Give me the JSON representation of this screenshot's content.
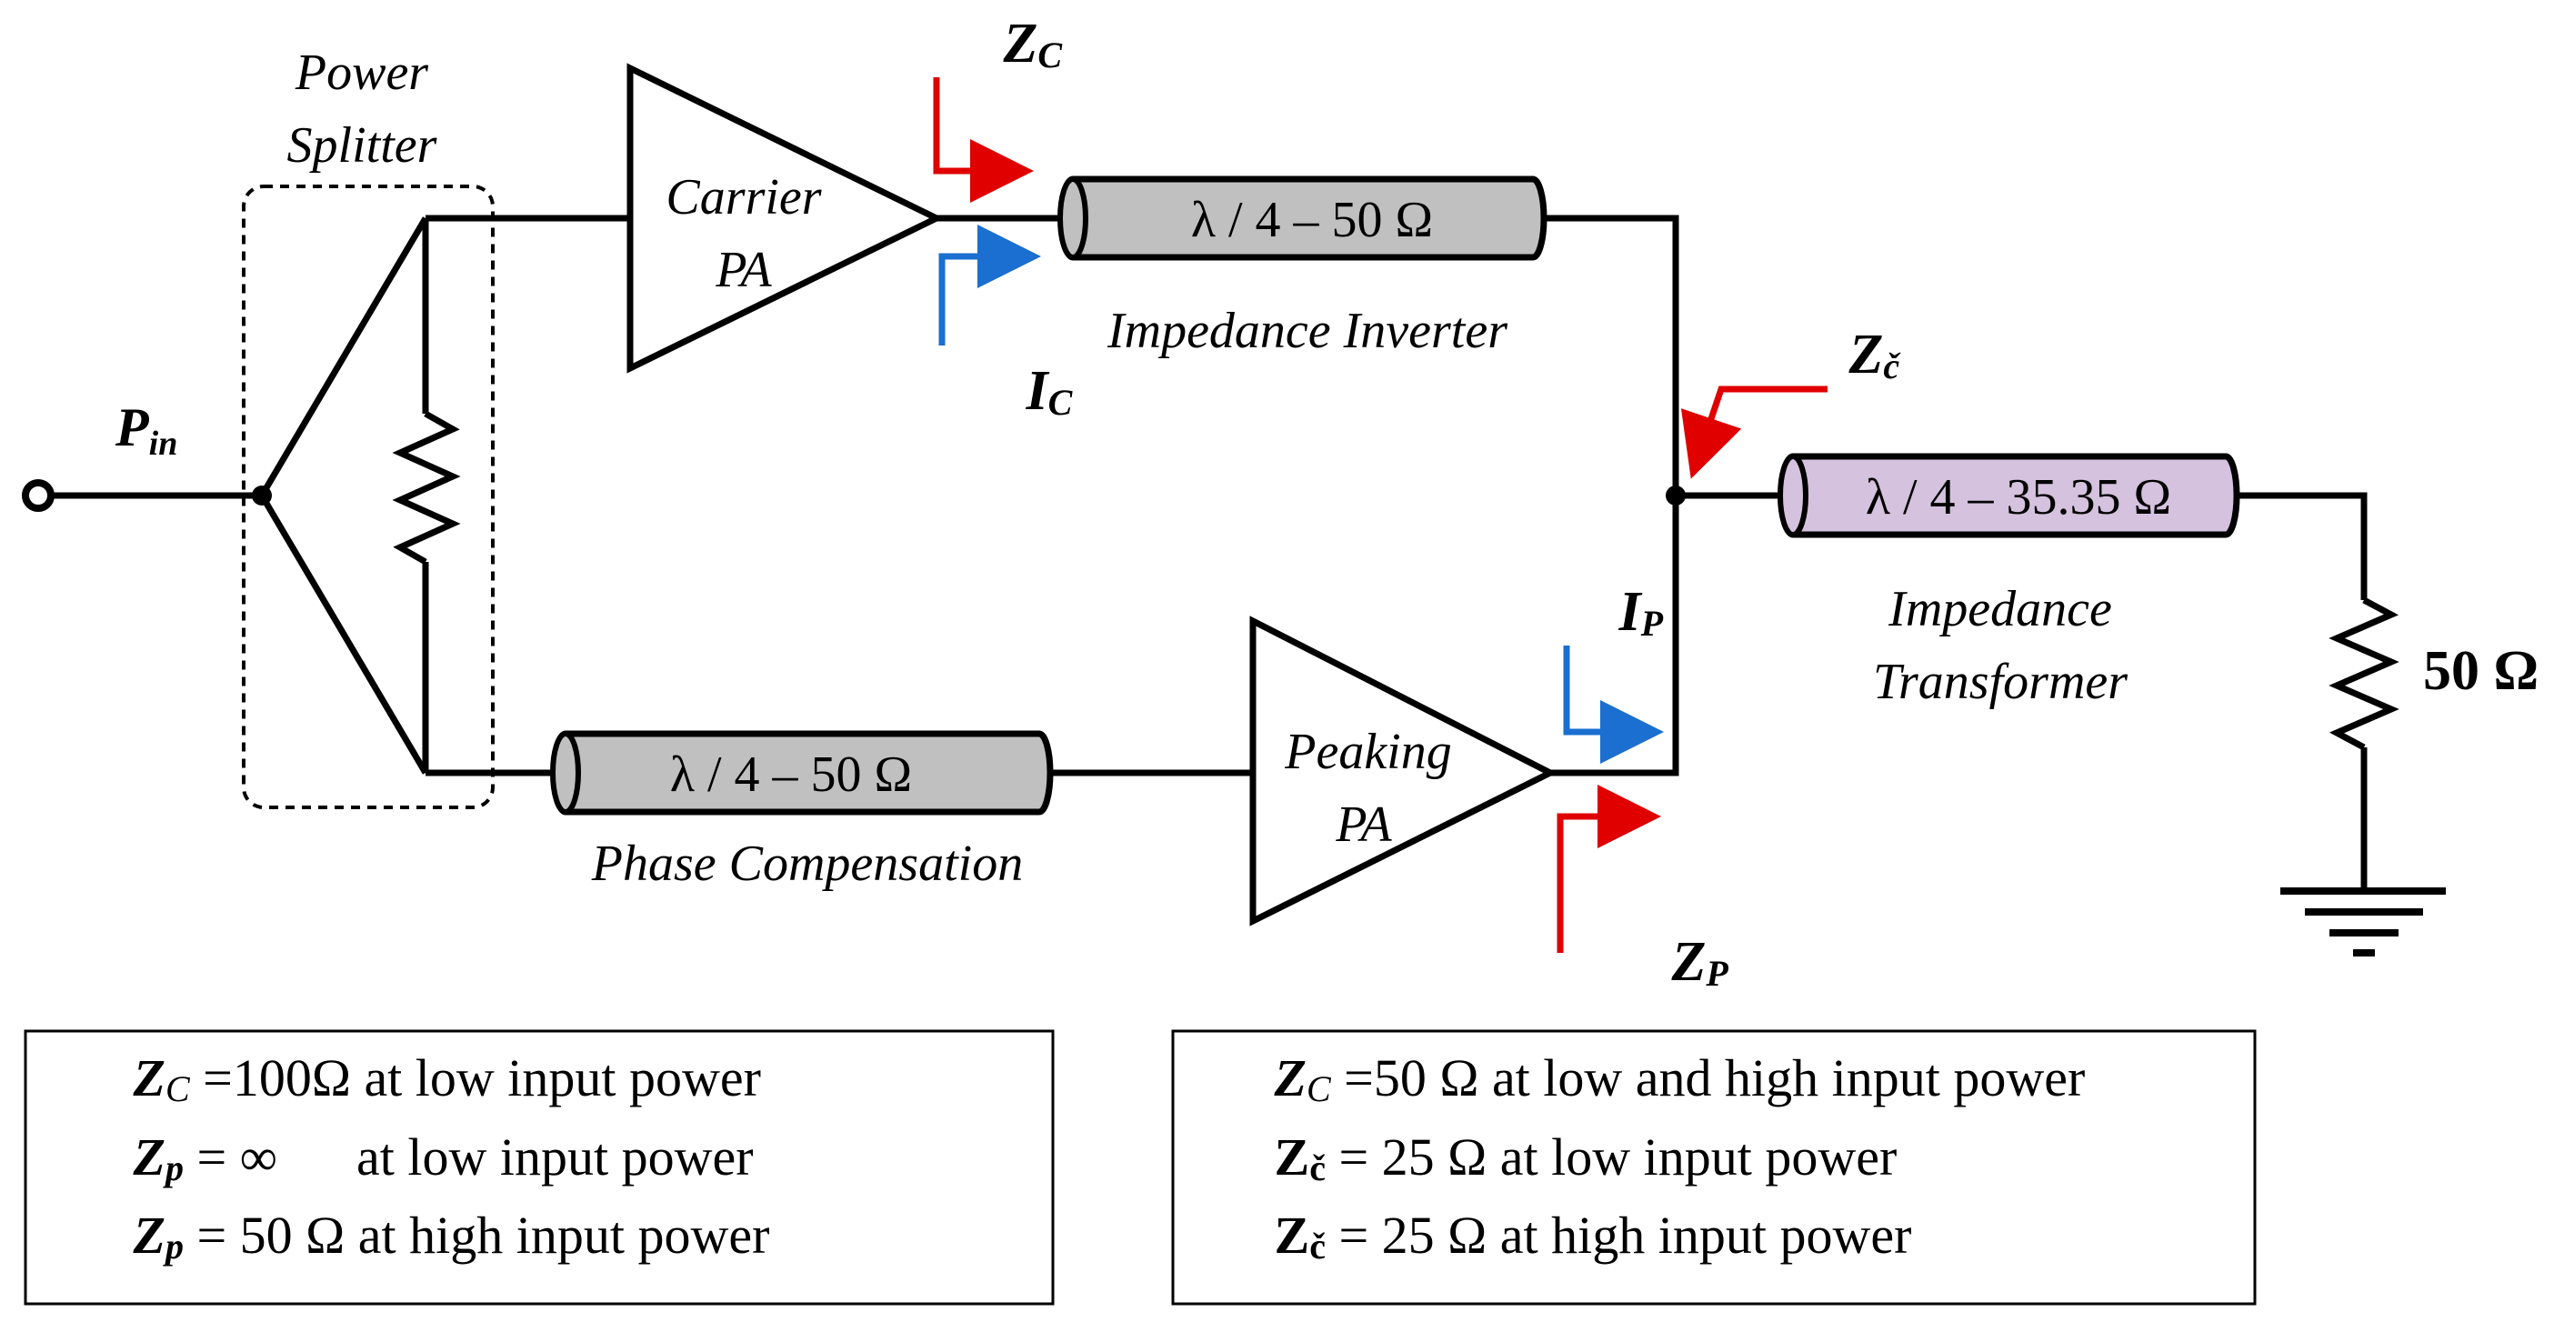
{
  "diagram": {
    "input": {
      "symbol": "P",
      "subscript": "in"
    },
    "power_splitter": {
      "line1": "Power",
      "line2": "Splitter"
    },
    "carrier_pa": {
      "line1": "Carrier",
      "line2": "PA"
    },
    "peaking_pa": {
      "line1": "Peaking",
      "line2": "PA"
    },
    "impedance_inverter": {
      "tline": "λ / 4 – 50 Ω",
      "caption": "Impedance Inverter",
      "fill": "#c0c0c0"
    },
    "phase_compensation": {
      "tline": "λ / 4 – 50 Ω",
      "caption": "Phase Compensation",
      "fill": "#c0c0c0"
    },
    "impedance_transformer": {
      "tline": "λ / 4 – 35.35 Ω",
      "caption_line1": "Impedance",
      "caption_line2": "Transformer",
      "fill": "#d5c2de"
    },
    "load": {
      "label": "50 Ω"
    },
    "markers": {
      "zc": {
        "symbol": "Z",
        "subscript": "C",
        "color": "#e00000"
      },
      "ic": {
        "symbol": "I",
        "subscript": "C",
        "color": "#1a6fd0"
      },
      "zcc": {
        "symbol": "Z",
        "subscript": "č",
        "color": "#e00000"
      },
      "ip": {
        "symbol": "I",
        "subscript": "P",
        "color": "#1a6fd0"
      },
      "zp": {
        "symbol": "Z",
        "subscript": "P",
        "color": "#e00000"
      }
    }
  },
  "legend_left": [
    {
      "sym": "Z",
      "sub": "C",
      "rest": " =100Ω at low input power"
    },
    {
      "sym": "Z",
      "sub": "p",
      "rest": " = ∞      at low input power"
    },
    {
      "sym": "Z",
      "sub": "p",
      "rest": " = 50 Ω at high input power"
    }
  ],
  "legend_right": [
    {
      "sym": "Z",
      "sub": "C",
      "rest": " =50 Ω at low and high input power"
    },
    {
      "sym": "Z",
      "sub": "č",
      "rest": " = 25 Ω at low input power"
    },
    {
      "sym": "Z",
      "sub": "č",
      "rest": " = 25 Ω at high input power"
    }
  ]
}
